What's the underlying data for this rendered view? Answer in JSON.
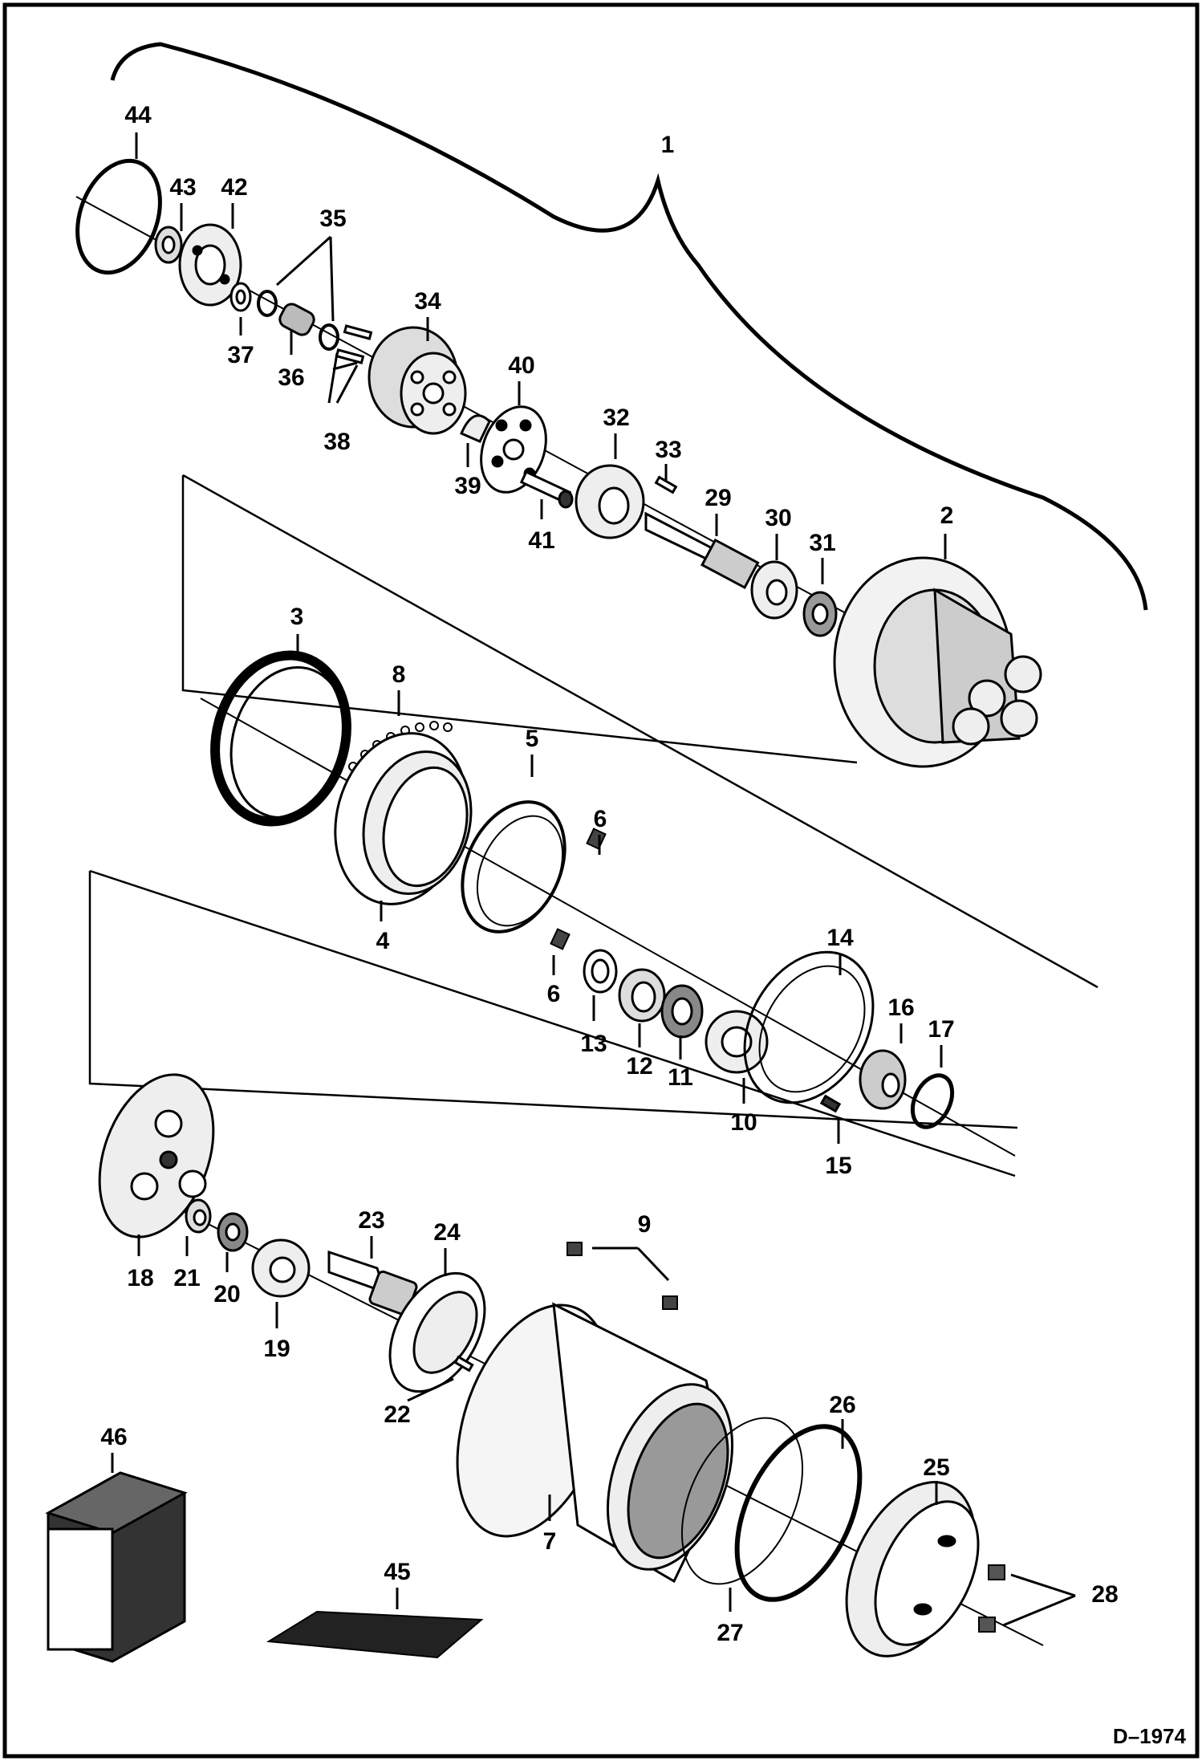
{
  "drawing_ref": "D–1974",
  "callouts": {
    "c1": "1",
    "c2": "2",
    "c3": "3",
    "c4": "4",
    "c5": "5",
    "c6a": "6",
    "c6b": "6",
    "c7": "7",
    "c8": "8",
    "c9": "9",
    "c10": "10",
    "c11": "11",
    "c12": "12",
    "c13": "13",
    "c14": "14",
    "c15": "15",
    "c16": "16",
    "c17": "17",
    "c18": "18",
    "c19": "19",
    "c20": "20",
    "c21": "21",
    "c22": "22",
    "c23": "23",
    "c24": "24",
    "c25": "25",
    "c26": "26",
    "c27": "27",
    "c28": "28",
    "c29": "29",
    "c30": "30",
    "c31": "31",
    "c32": "32",
    "c33": "33",
    "c34": "34",
    "c35": "35",
    "c36": "36",
    "c37": "37",
    "c38": "38",
    "c39": "39",
    "c40": "40",
    "c41": "41",
    "c42": "42",
    "c43": "43",
    "c44": "44",
    "c45": "45",
    "c46": "46"
  }
}
